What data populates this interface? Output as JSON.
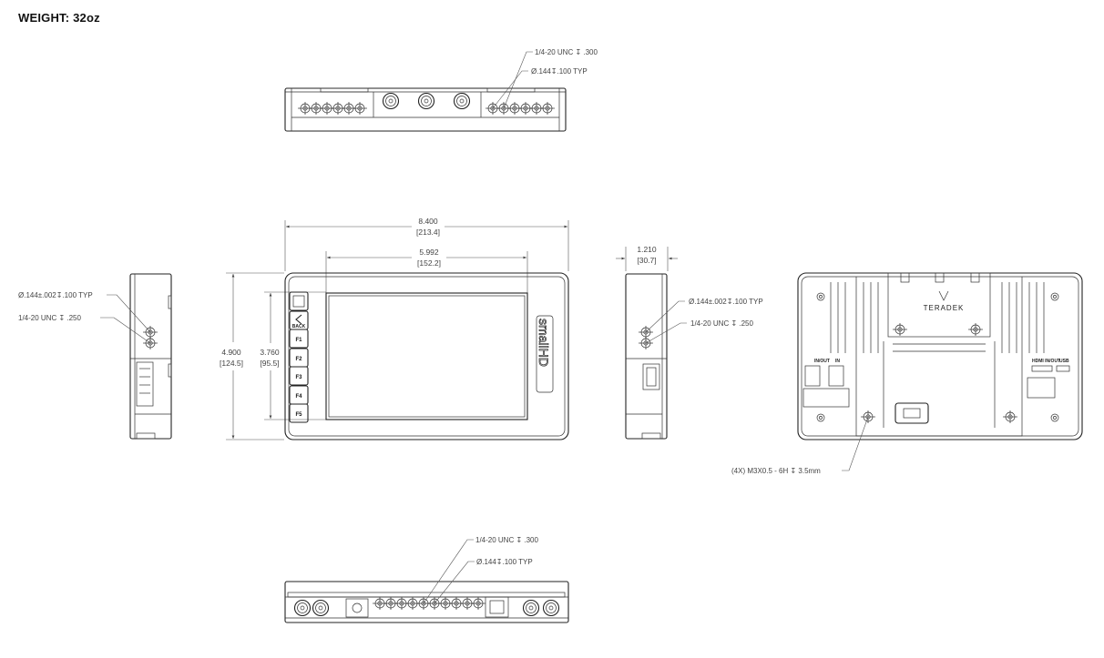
{
  "header": {
    "weight": "WEIGHT: 32oz"
  },
  "top_view": {
    "callout_thread": "1/4-20 UNC ↧ .300",
    "callout_hole": "Ø.144↧.100 TYP"
  },
  "front_view": {
    "overall_width": "8.400",
    "overall_width_mm": "[213.4]",
    "screen_width": "5.992",
    "screen_width_mm": "[152.2]",
    "overall_height": "4.900",
    "overall_height_mm": "[124.5]",
    "screen_height": "3.760",
    "screen_height_mm": "[95.5]",
    "brand": "smallHD",
    "keys": [
      "BACK",
      "F1",
      "F2",
      "F3",
      "F4",
      "F5"
    ]
  },
  "left_view": {
    "callout_hole": "Ø.144±.002↧.100 TYP",
    "callout_thread": "1/4-20 UNC  ↧ .250"
  },
  "right_view": {
    "depth": "1.210",
    "depth_mm": "[30.7]",
    "callout_hole": "Ø.144±.002↧.100 TYP",
    "callout_thread": "1/4-20 UNC  ↧ .250"
  },
  "rear_view": {
    "brand": "TERADEK",
    "label_sdi_in_out": "IN/OUT",
    "label_sdi_in": "IN",
    "label_hdmi": "HDMI IN/OUT",
    "label_usb": "USB",
    "callout_screws": "(4X) M3X0.5 - 6H ↧ 3.5mm"
  },
  "bottom_view": {
    "callout_thread": "1/4-20 UNC  ↧ .300",
    "callout_hole": "Ø.144↧.100 TYP"
  }
}
